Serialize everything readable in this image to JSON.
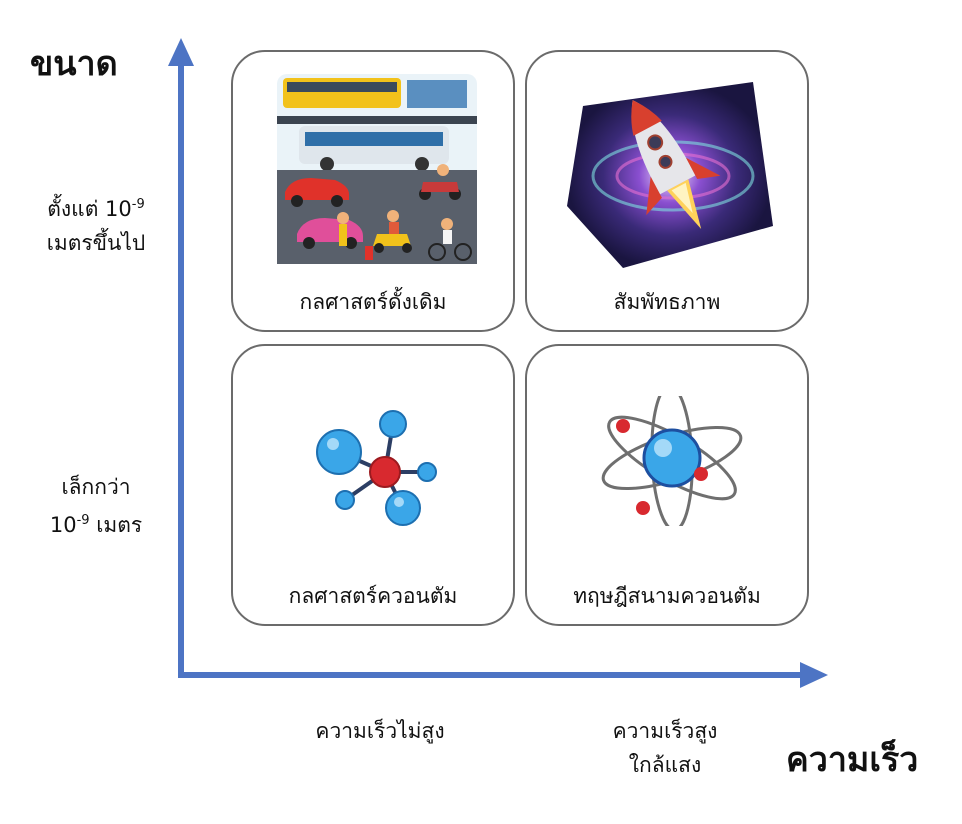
{
  "axes": {
    "y_title": "ขนาด",
    "x_title": "ความเร็ว",
    "y_top_label_line1": "ตั้งแต่ 10",
    "y_top_label_exp": "-9",
    "y_top_label_line2": "เมตรขึ้นไป",
    "y_bottom_label_line1": "เล็กกว่า",
    "y_bottom_label_base": "10",
    "y_bottom_label_exp": "-9",
    "y_bottom_label_suffix": " เมตร",
    "x_left_label": "ความเร็วไม่สูง",
    "x_right_label_line1": "ความเร็วสูง",
    "x_right_label_line2": "ใกล้แสง"
  },
  "cards": {
    "top_left": "กลศาสตร์ดั้งเดิม",
    "top_right": "สัมพัทธภาพ",
    "bottom_left": "กลศาสตร์ควอนตัม",
    "bottom_right": "ทฤษฎีสนามควอนตัม"
  },
  "colors": {
    "axis": "#4d74c4",
    "card_border": "#6b6b6b",
    "atom_blue": "#3aa6e8",
    "atom_red": "#d8292f"
  }
}
